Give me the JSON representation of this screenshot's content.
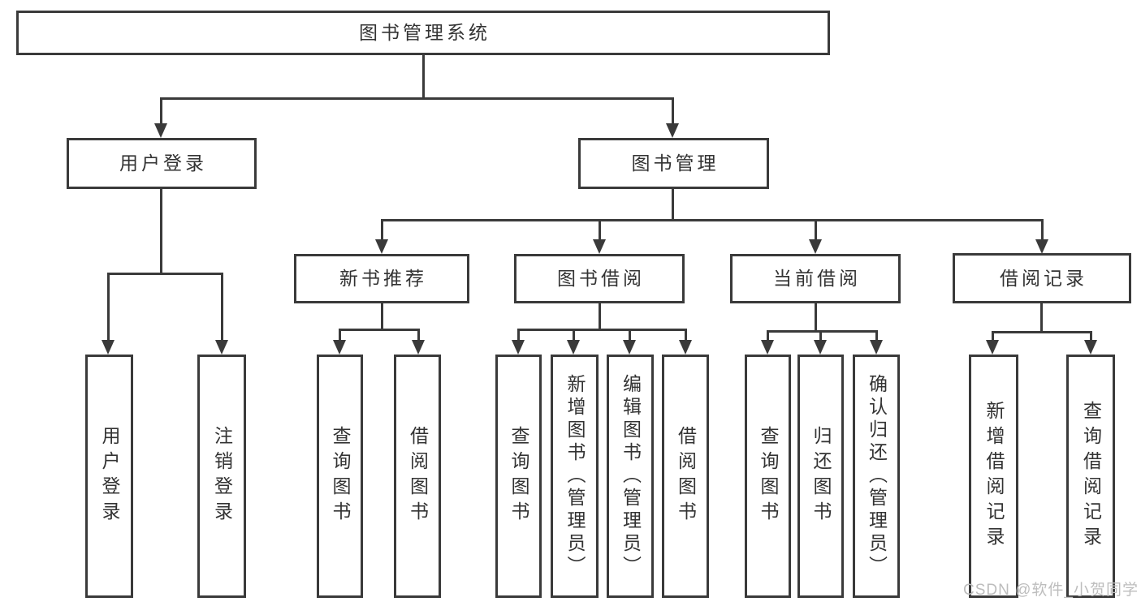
{
  "diagram": {
    "title": "图书管理系统",
    "colors": {
      "line": "#3a3a3a",
      "text": "#333333",
      "background": "#ffffff",
      "watermark": "#bdbdbd"
    },
    "nodes": {
      "root": {
        "label": "图书管理系统"
      },
      "user_login": {
        "label": "用户登录"
      },
      "book_mgmt": {
        "label": "图书管理"
      },
      "new_books": {
        "label": "新书推荐"
      },
      "book_borrow": {
        "label": "图书借阅"
      },
      "current_borrow": {
        "label": "当前借阅"
      },
      "borrow_records": {
        "label": "借阅记录"
      },
      "leaves": {
        "user_login": [
          "用户登录",
          "注销登录"
        ],
        "new_books": [
          "查询图书",
          "借阅图书"
        ],
        "book_borrow": [
          "查询图书",
          "新增图书（管理员）",
          "编辑图书（管理员）",
          "借阅图书"
        ],
        "current_borrow": [
          "查询图书",
          "归还图书",
          "确认归还（管理员）"
        ],
        "borrow_records": [
          "新增借阅记录",
          "查询借阅记录"
        ]
      }
    },
    "watermark": "CSDN @软件_小贺同学"
  }
}
